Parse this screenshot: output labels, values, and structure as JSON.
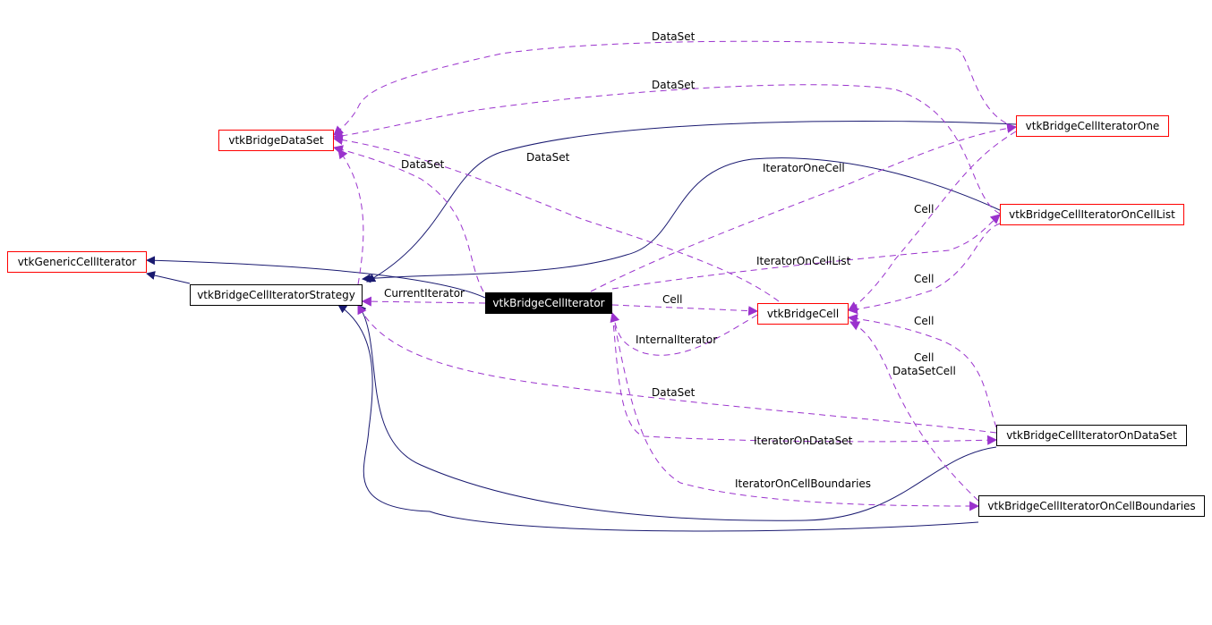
{
  "diagram": {
    "colors": {
      "inheritance": "#191970",
      "usage": "#9a32cd",
      "external_class_border": "#ff0000",
      "documented_class_border": "#000000",
      "focus_class_fill": "#000000"
    },
    "nodes": {
      "vtkBridgeDataSet": "vtkBridgeDataSet",
      "vtkGenericCellIterator": "vtkGenericCellIterator",
      "vtkBridgeCellIteratorStrategy": "vtkBridgeCellIteratorStrategy",
      "vtkBridgeCellIterator": "vtkBridgeCellIterator",
      "vtkBridgeCell": "vtkBridgeCell",
      "vtkBridgeCellIteratorOne": "vtkBridgeCellIteratorOne",
      "vtkBridgeCellIteratorOnCellList": "vtkBridgeCellIteratorOnCellList",
      "vtkBridgeCellIteratorOnDataSet": "vtkBridgeCellIteratorOnDataSet",
      "vtkBridgeCellIteratorOnCellBoundaries": "vtkBridgeCellIteratorOnCellBoundaries"
    },
    "edge_labels": {
      "dataset_top": "DataSet",
      "dataset_second": "DataSet",
      "dataset_from_iterator": "DataSet",
      "dataset_from_cell": "DataSet",
      "iterator_one_cell": "IteratorOneCell",
      "cell_from_cell_list": "Cell",
      "iterator_on_cell_list": "IteratorOnCellList",
      "cell_from_iterator_one": "Cell",
      "current_iterator": "CurrentIterator",
      "cell": "Cell",
      "cell_from_on_dataset": "Cell",
      "internal_iterator": "InternalIterator",
      "cell_from_boundaries": "Cell",
      "dataset_cell": "DataSetCell",
      "dataset_from_on_dataset": "DataSet",
      "iterator_on_dataset": "IteratorOnDataSet",
      "iterator_on_cell_boundaries": "IteratorOnCellBoundaries"
    }
  }
}
